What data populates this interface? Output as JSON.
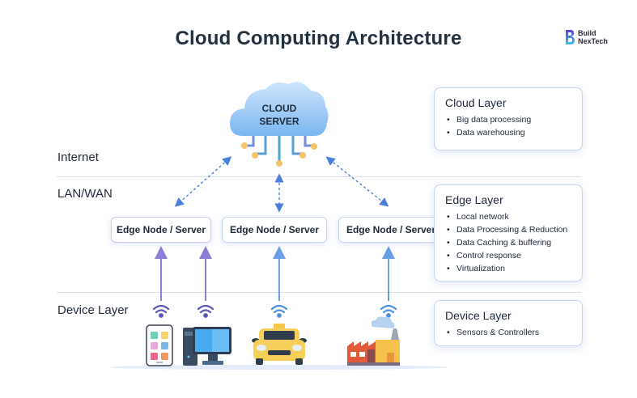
{
  "title": "Cloud Computing Architecture",
  "logo": {
    "line1": "Build",
    "line2": "NexTech",
    "icon": "build-nextech-logo-icon"
  },
  "layers": {
    "internet": "Internet",
    "lan_wan": "LAN/WAN",
    "device": "Device Layer"
  },
  "cloud": {
    "line1": "CLOUD",
    "line2": "SERVER",
    "icon": "cloud-icon"
  },
  "edge_nodes": [
    {
      "label": "Edge Node / Server"
    },
    {
      "label": "Edge Node / Server"
    },
    {
      "label": "Edge Node / Server"
    }
  ],
  "devices": [
    {
      "name": "smartphone",
      "icon": "smartphone-icon"
    },
    {
      "name": "desktop computer",
      "icon": "desktop-computer-icon"
    },
    {
      "name": "taxi",
      "icon": "taxi-icon"
    },
    {
      "name": "factory",
      "icon": "factory-icon"
    }
  ],
  "cards": {
    "cloud": {
      "title": "Cloud Layer",
      "items": [
        "Big data processing",
        "Data warehousing"
      ]
    },
    "edge": {
      "title": "Edge Layer",
      "items": [
        "Local network",
        "Data Processing & Reduction",
        "Data Caching & buffering",
        "Control response",
        "Virtualization"
      ]
    },
    "device": {
      "title": "Device Layer",
      "items": [
        "Sensors & Controllers"
      ]
    }
  },
  "colors": {
    "title": "#23313f",
    "arrow_blue": "#4a7fd8",
    "arrow_purple": "#8b7fd6",
    "node_dot": "#f5c46a",
    "cloud_fill": "#8ec4f5"
  }
}
